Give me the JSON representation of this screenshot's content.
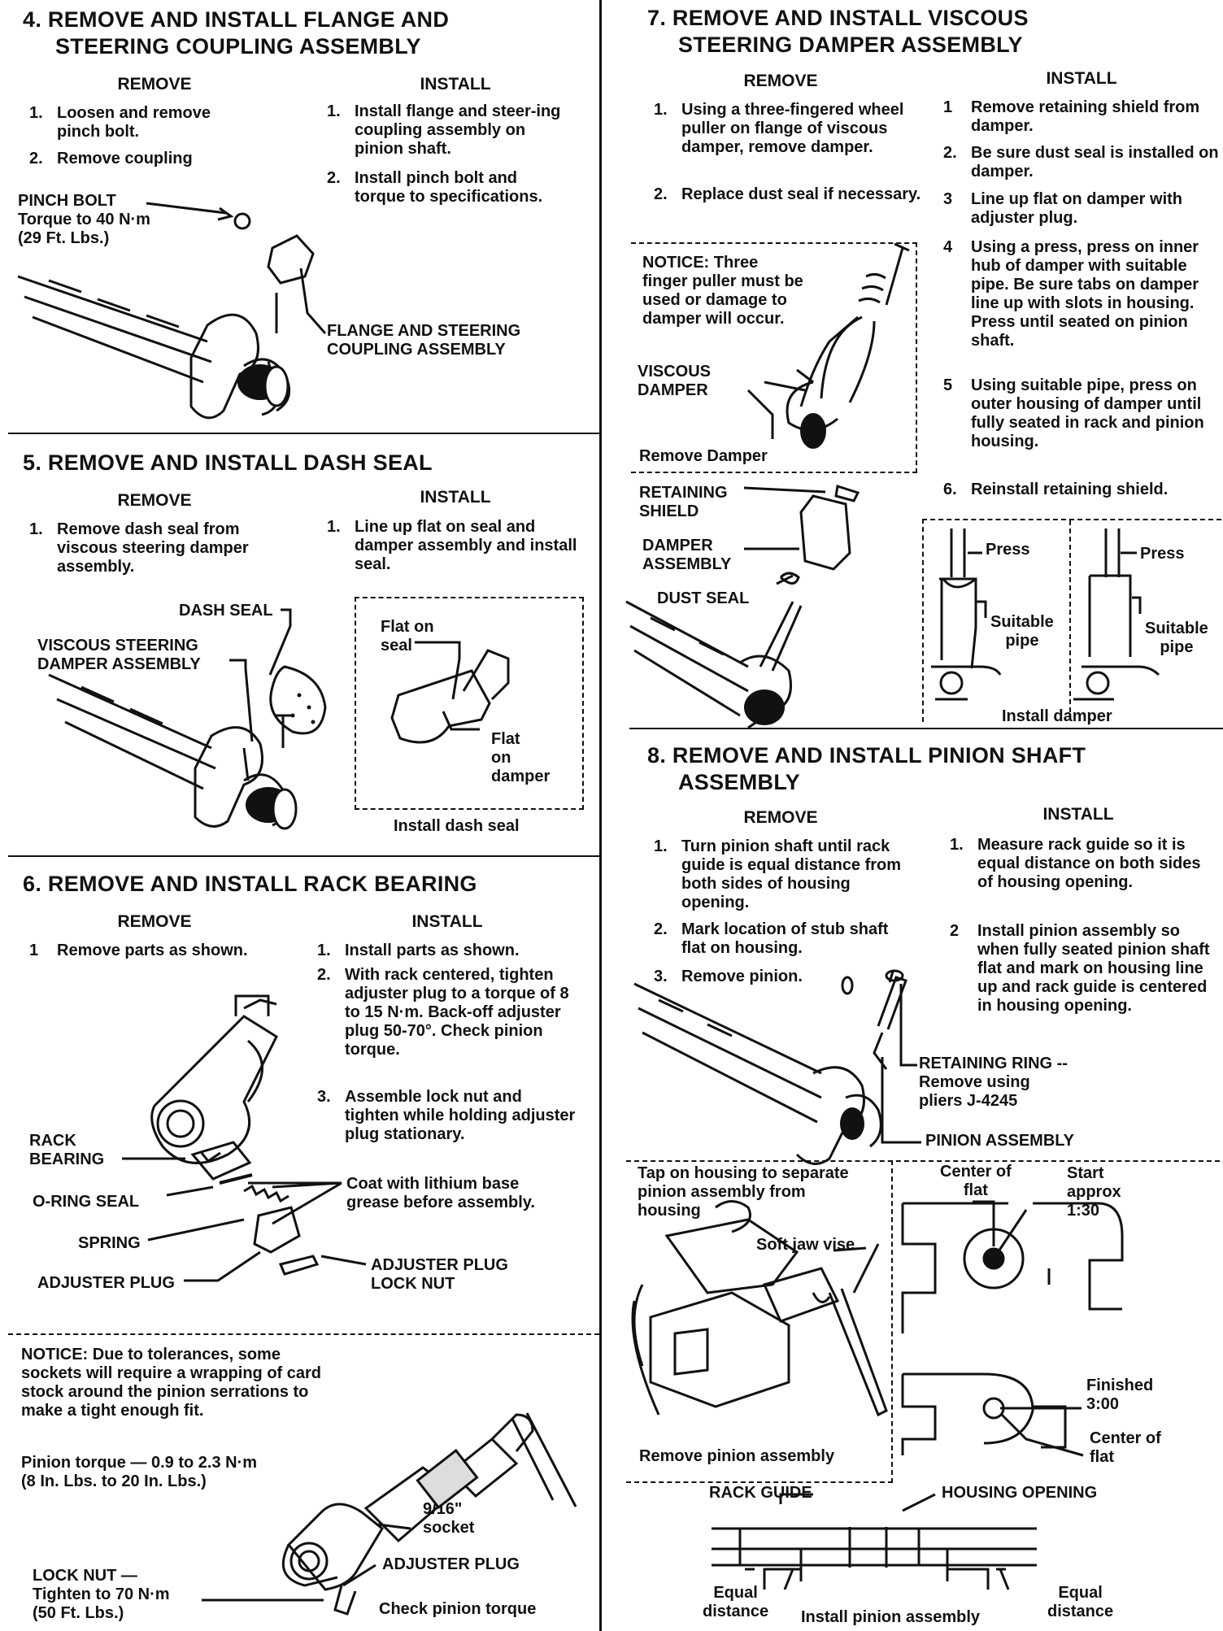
{
  "s4": {
    "title1": "4. REMOVE AND INSTALL FLANGE AND",
    "title2": "STEERING COUPLING ASSEMBLY",
    "remove_head": "REMOVE",
    "install_head": "INSTALL",
    "remove": [
      {
        "n": "1.",
        "t": "Loosen and remove pinch bolt."
      },
      {
        "n": "2.",
        "t": "Remove coupling"
      }
    ],
    "install": [
      {
        "n": "1.",
        "t": "Install flange and steer-ing coupling assembly on pinion shaft."
      },
      {
        "n": "2.",
        "t": "Install pinch bolt and torque to specifications."
      }
    ],
    "label_pinch": "PINCH BOLT",
    "label_torque1": "Torque to 40 N·m",
    "label_torque2": "(29 Ft. Lbs.)",
    "label_flange1": "FLANGE AND STEERING",
    "label_flange2": "COUPLING ASSEMBLY"
  },
  "s5": {
    "title": "5. REMOVE AND INSTALL DASH SEAL",
    "remove_head": "REMOVE",
    "install_head": "INSTALL",
    "remove": [
      {
        "n": "1.",
        "t": "Remove dash seal from viscous steering damper assembly."
      }
    ],
    "install": [
      {
        "n": "1.",
        "t": "Line up flat on seal and damper assembly and install seal."
      }
    ],
    "label_dash": "DASH SEAL",
    "label_visc1": "VISCOUS STEERING",
    "label_visc2": "DAMPER ASSEMBLY",
    "box_flat_seal1": "Flat on",
    "box_flat_seal2": "seal",
    "box_flat_damper1": "Flat",
    "box_flat_damper2": "on",
    "box_flat_damper3": "damper",
    "box_caption": "Install dash seal"
  },
  "s6": {
    "title": "6. REMOVE AND INSTALL RACK BEARING",
    "remove_head": "REMOVE",
    "install_head": "INSTALL",
    "remove": [
      {
        "n": "1",
        "t": "Remove parts as shown."
      }
    ],
    "install": [
      {
        "n": "1.",
        "t": "Install parts as shown."
      },
      {
        "n": "2.",
        "t": "With rack centered, tighten adjuster plug to a torque of 8 to 15 N·m. Back-off adjuster plug 50-70°. Check pinion torque."
      },
      {
        "n": "3.",
        "t": "Assemble lock nut and tighten while holding adjuster plug stationary."
      }
    ],
    "label_rack1": "RACK",
    "label_rack2": "BEARING",
    "label_oring": "O-RING SEAL",
    "label_spring": "SPRING",
    "label_adj": "ADJUSTER PLUG",
    "label_coat1": "Coat with lithium base",
    "label_coat2": "grease before assembly.",
    "label_lock1": "ADJUSTER PLUG",
    "label_lock2": "LOCK NUT",
    "notice_head": "NOTICE:",
    "notice_text": "Due to tolerances, some sockets will require a wrapping of card stock around the pinion serrations to make a tight enough fit.",
    "pinion_torque1": "Pinion torque — 0.9 to 2.3 N·m",
    "pinion_torque2": "(8 In. Lbs. to 20 In. Lbs.)",
    "label_socket1": "9/16\"",
    "label_socket2": "socket",
    "label_adj2": "ADJUSTER PLUG",
    "label_locknut1": "LOCK NUT —",
    "label_locknut2": "Tighten to 70 N·m",
    "label_locknut3": "(50 Ft. Lbs.)",
    "caption_check": "Check pinion torque"
  },
  "s7": {
    "title1": "7. REMOVE AND INSTALL VISCOUS",
    "title2": "STEERING DAMPER ASSEMBLY",
    "remove_head": "REMOVE",
    "install_head": "INSTALL",
    "remove": [
      {
        "n": "1.",
        "t": "Using a three-fingered wheel puller on flange of viscous damper, remove damper."
      },
      {
        "n": "2.",
        "t": "Replace dust seal if necessary."
      }
    ],
    "install": [
      {
        "n": "1",
        "t": "Remove retaining shield from damper."
      },
      {
        "n": "2.",
        "t": "Be sure dust seal is installed on damper."
      },
      {
        "n": "3",
        "t": "Line up flat on damper with adjuster plug."
      },
      {
        "n": "4",
        "t": "Using a press, press on inner hub of damper with suitable pipe. Be sure tabs on damper line up with slots in housing. Press until seated on pinion shaft."
      },
      {
        "n": "5",
        "t": "Using suitable pipe, press on outer housing of damper until fully seated in rack and pinion housing."
      },
      {
        "n": "6.",
        "t": "Reinstall retaining shield."
      }
    ],
    "notice_head": "NOTICE:",
    "notice_text": "Three finger puller must be used or damage to damper will occur.",
    "label_visc1": "VISCOUS",
    "label_visc2": "DAMPER",
    "caption_remove": "Remove Damper",
    "label_ret1": "RETAINING",
    "label_ret2": "SHIELD",
    "label_damp1": "DAMPER",
    "label_damp2": "ASSEMBLY",
    "label_dust": "DUST SEAL",
    "press": "Press",
    "suitable": "Suitable",
    "pipe": "pipe",
    "caption_install": "Install damper"
  },
  "s8": {
    "title1": "8. REMOVE AND INSTALL PINION SHAFT",
    "title2": "ASSEMBLY",
    "remove_head": "REMOVE",
    "install_head": "INSTALL",
    "remove": [
      {
        "n": "1.",
        "t": "Turn pinion shaft until rack guide is equal distance from both sides of housing opening."
      },
      {
        "n": "2.",
        "t": "Mark location of stub shaft flat on housing."
      },
      {
        "n": "3.",
        "t": "Remove pinion."
      }
    ],
    "install": [
      {
        "n": "1.",
        "t": "Measure rack guide so it is equal distance on both sides of housing opening."
      },
      {
        "n": "2",
        "t": "Install pinion assembly so when fully seated pinion shaft flat and mark on housing line up and rack guide is centered in housing opening."
      }
    ],
    "label_ret1": "RETAINING RING --",
    "label_ret2": "Remove using",
    "label_ret3": "pliers J-4245",
    "label_pinion": "PINION ASSEMBLY",
    "tap1": "Tap on housing to separate",
    "tap2": "pinion assembly from",
    "tap3": "housing",
    "soft_jaw": "Soft jaw vise",
    "caption_remove": "Remove pinion assembly",
    "center_flat1": "Center of",
    "center_flat2": "flat",
    "start1": "Start",
    "start2": "approx",
    "start3": "1:30",
    "finished1": "Finished",
    "finished2": "3:00",
    "center2_1": "Center of",
    "center2_2": "flat",
    "rack_guide": "RACK GUIDE",
    "housing_opening": "HOUSING OPENING",
    "equal1a": "Equal",
    "equal1b": "distance",
    "equal2a": "Equal",
    "equal2b": "distance",
    "caption_install": "Install pinion assembly"
  }
}
